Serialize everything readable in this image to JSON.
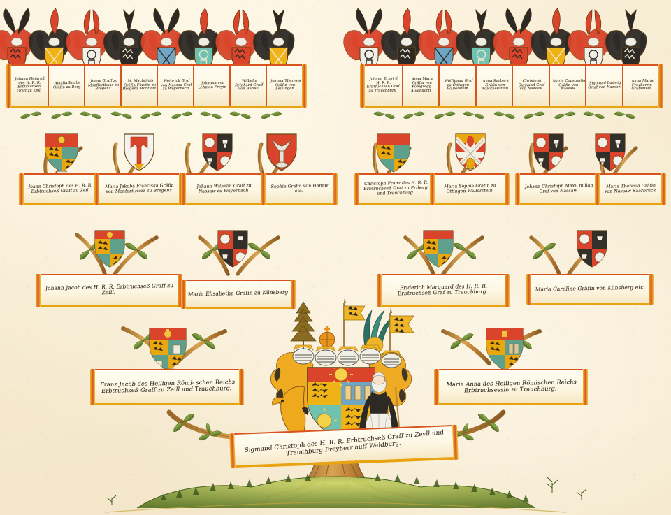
{
  "document": {
    "title": "Ahnentafel (ancestor table) of Sigmund Christoph von Waldburg-Zeil-Trauchburg",
    "kind": "illuminated heraldic genealogy chart",
    "background_color": "#f7ecd5",
    "accent_colors": {
      "scroll_border_red": "#d8541f",
      "scroll_border_gold": "#e8a311",
      "shield_red": "#d9442a",
      "shield_gold": "#f0b429",
      "foliage_green": "#6d8f3a",
      "branch_brown": "#b07a3a",
      "ink": "#2b2118"
    }
  },
  "generations": {
    "row1": {
      "label": "great-great-grandparents",
      "left_panel": [
        {
          "name": "great-great-grandfather-1",
          "text": "Johann Heinrich\ndes H. R. R. Erbtruchseß\nGraff zu Zeil"
        },
        {
          "name": "great-great-grandmother-1",
          "text": "Amalia\nEmilia\nGräfin zu\nBerg"
        },
        {
          "name": "great-great-grandfather-2",
          "text": "Joann\nGraff zu\nMonfforthaus\nzu Bregenz"
        },
        {
          "name": "great-great-grandmother-2",
          "text": "M. Machtildis\nGräfin Fürstin\nzu Bregenz\nMontfort"
        },
        {
          "name": "great-great-grandfather-3",
          "text": "Heinrich\nGraf von Nassau\nGraf zu\nWeyerbach"
        },
        {
          "name": "great-great-grandmother-3",
          "text": "Johanna\nvon Lehman\nFreyin"
        },
        {
          "name": "great-great-grandfather-4",
          "text": "Wilhelm\nReinhard\nGraff von\nHanau"
        },
        {
          "name": "great-great-grandmother-4",
          "text": "Joanna\nTheresia\nGräfin von\nLeiningen"
        }
      ],
      "right_panel": [
        {
          "name": "great-great-grandfather-5",
          "text": "Johann Ernst\nd. H. R. R.\nErbtruchseß\nGraf zu Trauchburg"
        },
        {
          "name": "great-great-grandmother-5",
          "text": "Anna Maria\nGräfin von\nKönigsegg\nAulendorff"
        },
        {
          "name": "great-great-grandfather-6",
          "text": "Wolffgang\nGraf zu\nÖttingen\nWallerstein"
        },
        {
          "name": "great-great-grandmother-6",
          "text": "Anna Barbara\nGräfin von\nWolckhenstein"
        },
        {
          "name": "great-great-grandfather-7",
          "text": "Christoph\nSigmund Graf\nvon\nNassaw"
        },
        {
          "name": "great-great-grandmother-7",
          "text": "Maria\nConstantia\nGräfin von\nNassaw"
        },
        {
          "name": "great-great-grandfather-8",
          "text": "Sigmund\nLudwig\nGraff von\nNassaw"
        },
        {
          "name": "great-great-grandmother-8",
          "text": "Anna\nMaria\nFreyherrin\nGrafenfeld"
        }
      ]
    },
    "row2": {
      "label": "great-grandparents",
      "left_panel": [
        {
          "name": "great-grandfather-1",
          "text": "Joann Christoph des\nH. R. R. Erbtruchseß\nGraff zu Zeil"
        },
        {
          "name": "great-grandmother-1",
          "text": "Maria Jakobä\nFranciska Gräfin von\nMonfort Herr zu Bregenz"
        },
        {
          "name": "great-grandfather-2",
          "text": "Johann Wilhelm\nGraff zu Nassaw\nzu Weyerbach"
        },
        {
          "name": "great-grandmother-2",
          "text": "Sophia Gräfin\nvon\nHanaw  etc."
        }
      ],
      "right_panel": [
        {
          "name": "great-grandfather-3",
          "text": "Christoph Franz des\nH. R. R. Erbtruchseß\nGraf zu Friberg und\nTrauchburg"
        },
        {
          "name": "great-grandmother-3",
          "text": "Maria Sophia\nGräfin zu Öttingen\nWallerstein"
        },
        {
          "name": "great-grandfather-4",
          "text": "Johann Christoph Maxi-\nmilian Graf von\nNassaw"
        },
        {
          "name": "great-grandmother-4",
          "text": "Maria Theresia\nGräfin von Nassaw\nSaarbrück"
        }
      ]
    },
    "row3": {
      "label": "grandparents",
      "left_panel": [
        {
          "name": "grandfather-paternal",
          "text": "Johann Jacob des H.\nR. R. Erbtruchseß Graff zu\nZeill."
        },
        {
          "name": "grandmother-paternal",
          "text": "Maria Elisabetha\nGräfin zu Künsberg"
        }
      ],
      "right_panel": [
        {
          "name": "grandfather-maternal",
          "text": "Friderich Marquard des\nH. R. R. Erbtruchseß\nGraf zu Trauchburg."
        },
        {
          "name": "grandmother-maternal",
          "text": "Maria Caroline Gräfin\nvon\nKünsberg   etc."
        }
      ]
    },
    "row4": {
      "label": "parents",
      "father": {
        "name": "father",
        "text": "Franz Jacob des Heiligen Römi-\nschen Reichs Erbtruchseß Graff  zu\nZeill und Trauchburg."
      },
      "mother": {
        "name": "mother",
        "text": "Maria Anna des Heiligen\nRömischen Reichs Erbtruchsessin\nzu Trauchburg."
      }
    },
    "row5": {
      "label": "subject",
      "subject": {
        "name": "subject-name",
        "text": "Sigmund Christoph des H. R. R. Erbtruchseß\nGraff zu Zeyll und Trauchburg Freyherr auff Waldburg."
      }
    }
  },
  "heraldry": {
    "row1_achievements_count": 16,
    "row2_shields": [
      {
        "name": "shield-quartered-zeil",
        "tincture": "red / gold quartered with lions"
      },
      {
        "name": "shield-montfort-banner",
        "tincture": "silver field with red gonfanon"
      },
      {
        "name": "shield-nassau-weyerbach",
        "tincture": "quartered red and sable with roundels"
      },
      {
        "name": "shield-hanau-chevron",
        "tincture": "red field with silver charge"
      },
      {
        "name": "shield-trauchburg",
        "tincture": "red chief, quartered gold lions"
      },
      {
        "name": "shield-oettingen-saltire",
        "tincture": "gold chief, red saltire on silver"
      },
      {
        "name": "shield-nassau-quartered-a",
        "tincture": "red and sable quartered with roundels"
      },
      {
        "name": "shield-nassau-quartered-b",
        "tincture": "red and sable quartered with roundels"
      }
    ],
    "row3_shields": [
      {
        "name": "shield-zeil-parental",
        "tincture": "red and sable quartered"
      },
      {
        "name": "shield-kuensberg",
        "tincture": "red and sable quartered"
      }
    ],
    "row4_shields": [
      {
        "name": "shield-father-arms",
        "tincture": "red chief with gold charge, quartered lions"
      },
      {
        "name": "shield-mother-arms",
        "tincture": "red chief, quartered gold lions and green"
      }
    ],
    "central_achievement": {
      "name": "central-coat-of-arms",
      "supporter_left": "golden lion / griffin",
      "supporter_right": "lady in black and white habit",
      "crests": [
        "fir tree",
        "crowned orb",
        "banner",
        "peacock plumes",
        "gold lion banner"
      ],
      "helms": 5,
      "shield": "quartered with gold lions on blue and red, escutcheon in base"
    }
  },
  "tree": {
    "trunk_color": "#c08a3e",
    "ground": "grassy mound with tufts and shrubs",
    "branch_style": "olive-leaf branches linking generations"
  }
}
